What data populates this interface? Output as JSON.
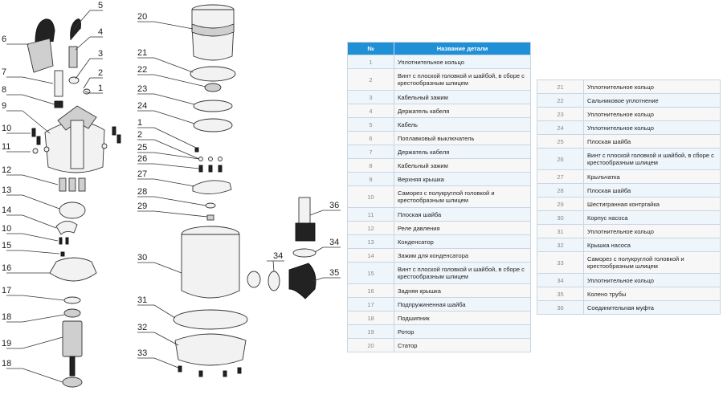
{
  "header": {
    "num": "№",
    "name": "Название детали"
  },
  "callouts": [
    "1",
    "2",
    "3",
    "4",
    "5",
    "6",
    "7",
    "8",
    "9",
    "10",
    "11",
    "12",
    "13",
    "14",
    "15",
    "16",
    "17",
    "18",
    "19",
    "20",
    "21",
    "22",
    "23",
    "24",
    "25",
    "26",
    "27",
    "28",
    "29",
    "30",
    "31",
    "32",
    "33",
    "34",
    "35",
    "36"
  ],
  "table1": [
    {
      "num": "1",
      "name": "Уплотнительное кольцо"
    },
    {
      "num": "2",
      "name": "Винт с плоской головкой и шайбой, в сборе с крестообразным шлицем"
    },
    {
      "num": "3",
      "name": "Кабельный зажим"
    },
    {
      "num": "4",
      "name": "Держатель кабеля"
    },
    {
      "num": "5",
      "name": "Кабель"
    },
    {
      "num": "6",
      "name": "Поплавковый выключатель"
    },
    {
      "num": "7",
      "name": "Держатель кабеля"
    },
    {
      "num": "8",
      "name": "Кабельный зажим"
    },
    {
      "num": "9",
      "name": "Верхняя крышка"
    },
    {
      "num": "10",
      "name": "Саморез с полукруглой головкой и крестообразным шлицем"
    },
    {
      "num": "11",
      "name": "Плоская шайба"
    },
    {
      "num": "12",
      "name": "Реле давления"
    },
    {
      "num": "13",
      "name": "Конденсатор"
    },
    {
      "num": "14",
      "name": "Зажим для конденсатора"
    },
    {
      "num": "15",
      "name": "Винт с плоской головкой и шайбой, в сборе с крестообразным шлицем"
    },
    {
      "num": "16",
      "name": "Задняя крышка"
    },
    {
      "num": "17",
      "name": "Подпружиненная шайба"
    },
    {
      "num": "18",
      "name": "Подшипник"
    },
    {
      "num": "19",
      "name": "Ротор"
    },
    {
      "num": "20",
      "name": "Статор"
    }
  ],
  "table2": [
    {
      "num": "21",
      "name": "Уплотнительное кольцо"
    },
    {
      "num": "22",
      "name": "Сальниковое уплотнение"
    },
    {
      "num": "23",
      "name": "Уплотнительное кольцо"
    },
    {
      "num": "24",
      "name": "Уплотнительное кольцо"
    },
    {
      "num": "25",
      "name": "Плоская шайба"
    },
    {
      "num": "26",
      "name": "Винт с плоской головкой и шайбой, в сборе с крестообразным шлицем"
    },
    {
      "num": "27",
      "name": "Крыльчатка"
    },
    {
      "num": "28",
      "name": "Плоская шайба"
    },
    {
      "num": "29",
      "name": "Шестигранная контргайка"
    },
    {
      "num": "30",
      "name": "Корпус насоса"
    },
    {
      "num": "31",
      "name": "Уплотнительное кольцо"
    },
    {
      "num": "32",
      "name": "Крышка насоса"
    },
    {
      "num": "33",
      "name": "Саморез с полукруглой головкой и крестообразным шлицем"
    },
    {
      "num": "34",
      "name": "Уплотнительное кольцо"
    },
    {
      "num": "35",
      "name": "Колено трубы"
    },
    {
      "num": "36",
      "name": "Соединительная муфта"
    }
  ]
}
